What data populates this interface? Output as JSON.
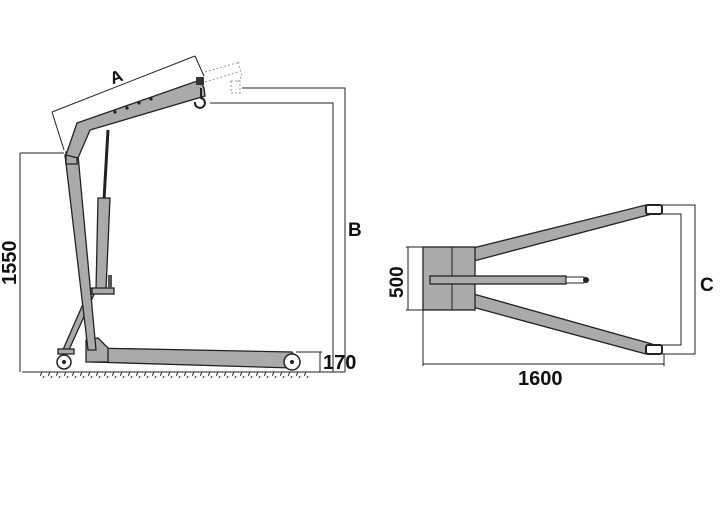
{
  "side_view": {
    "label_a": "A",
    "label_b": "B",
    "height_1550": "1550",
    "base_170": "170"
  },
  "top_view": {
    "width_500": "500",
    "length_1600": "1600",
    "label_c": "C"
  },
  "colors": {
    "frame": "#aaaaaa",
    "line": "#222222"
  }
}
